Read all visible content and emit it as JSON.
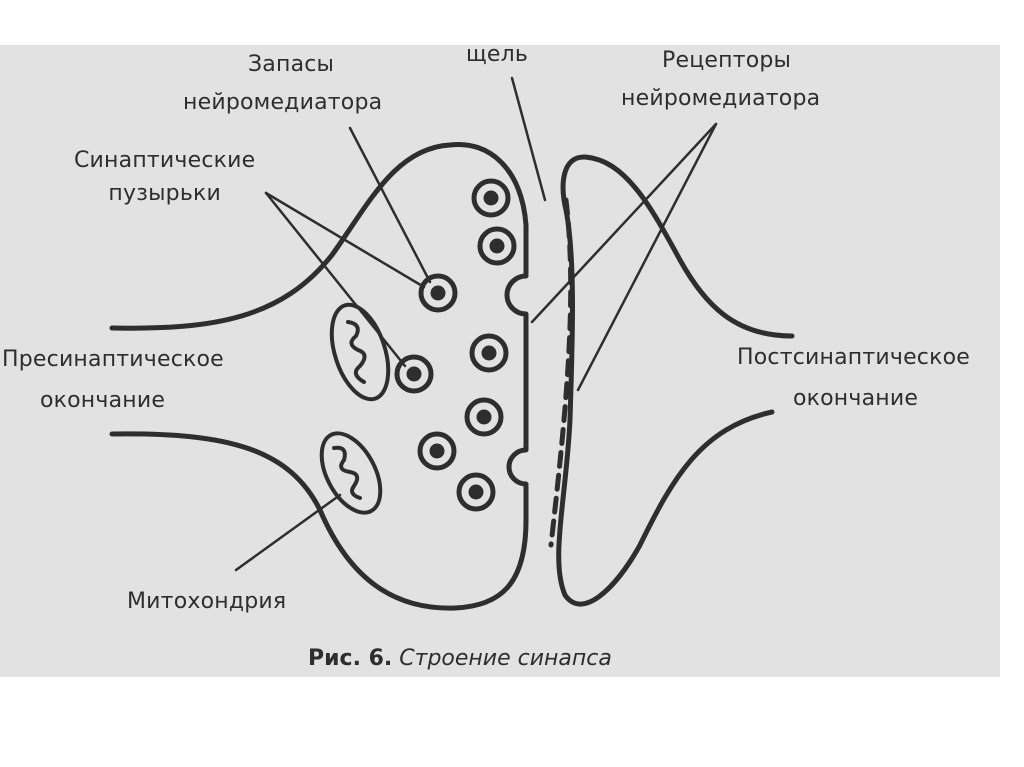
{
  "labels": {
    "reserves": [
      "Запасы",
      "нейромедиатора"
    ],
    "cleft": "щель",
    "receptors": [
      "Рецепторы",
      "нейромедиатора"
    ],
    "vesicles": [
      "Синаптические",
      "пузырьки"
    ],
    "presynaptic": [
      "Пресинаптическое",
      "окончание"
    ],
    "postsynaptic": [
      "Постсинаптическое",
      "окончание"
    ],
    "mitochondria": "Митохондрия"
  },
  "caption": {
    "prefix": "Рис. 6.",
    "title": "Строение синапса"
  },
  "colors": {
    "background": "#e2e2e2",
    "ink": "#2e2e2e",
    "page": "#ffffff"
  }
}
